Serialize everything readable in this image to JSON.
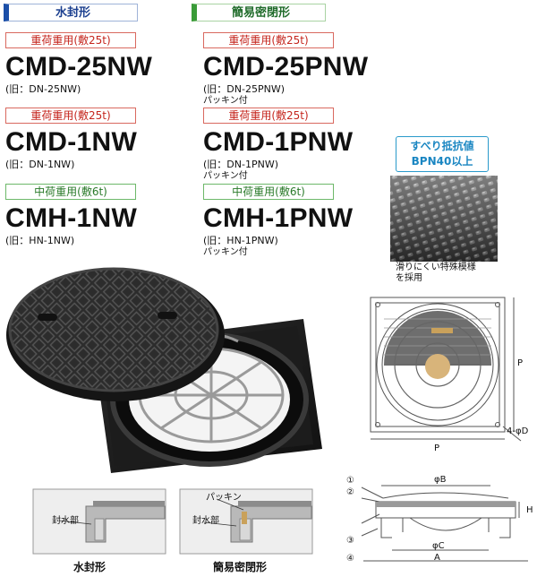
{
  "categories": {
    "left": "水封形",
    "right": "簡易密閉形"
  },
  "products": [
    {
      "load": "重荷重用(敷25t)",
      "model": "CMD-25NW",
      "old": "(旧：DN-25NW)",
      "note": ""
    },
    {
      "load": "重荷重用(敷25t)",
      "model": "CMD-25PNW",
      "old": "(旧：DN-25PNW)",
      "note": "パッキン付"
    },
    {
      "load": "重荷重用(敷25t)",
      "model": "CMD-1NW",
      "old": "(旧：DN-1NW)",
      "note": ""
    },
    {
      "load": "重荷重用(敷25t)",
      "model": "CMD-1PNW",
      "old": "(旧：DN-1PNW)",
      "note": "パッキン付"
    },
    {
      "load": "中荷重用(敷6t)",
      "model": "CMH-1NW",
      "old": "(旧：HN-1NW)",
      "note": ""
    },
    {
      "load": "中荷重用(敷6t)",
      "model": "CMH-1PNW",
      "old": "(旧：HN-1PNW)",
      "note": "パッキン付"
    }
  ],
  "slip": {
    "line1": "すべり抵抗値",
    "line2": "BPN40以上",
    "caption1": "滑りにくい特殊模様",
    "caption2": "を採用"
  },
  "plan_view": {
    "p_bottom": "P",
    "p_right": "P",
    "hole": "4-φD"
  },
  "section_view": {
    "phiB": "φB",
    "phiC": "φC",
    "A": "A",
    "H": "H",
    "n1": "①",
    "n2": "②",
    "n3": "③",
    "n4": "④"
  },
  "details": {
    "left_label": "封水部",
    "left_caption": "水封形",
    "right_label": "封水部",
    "right_packing": "パッキン",
    "right_caption": "簡易密閉形"
  },
  "colors": {
    "heavy": "#c5261e",
    "medium": "#2a7a2a",
    "blue_accent": "#1b4fa8",
    "green_accent": "#3a9b38",
    "slip_blue": "#1a86c2"
  }
}
